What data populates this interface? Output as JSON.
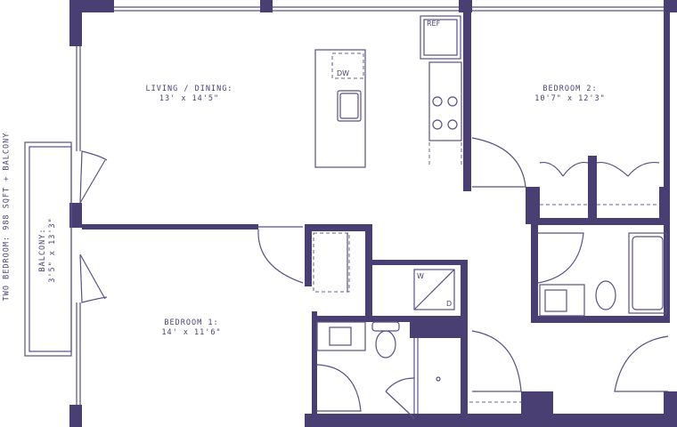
{
  "title": "TWO BEDROOM: 988 SQFT + BALCONY",
  "rooms": [
    {
      "name": "LIVING / DINING:",
      "size": "13' x 14'5\""
    },
    {
      "name": "BEDROOM 2:",
      "size": "10'7\" x 12'3\""
    },
    {
      "name": "BEDROOM 1:",
      "size": "14' x 11'6\""
    },
    {
      "name": "BALCONY:",
      "size": "3'5\" x 13'3\""
    }
  ],
  "fixtures": {
    "ref": "REF",
    "dw": "DW",
    "washer": "W",
    "dryer": "D"
  },
  "colors": {
    "wall": "#4a3f72",
    "line": "#5a5085"
  }
}
